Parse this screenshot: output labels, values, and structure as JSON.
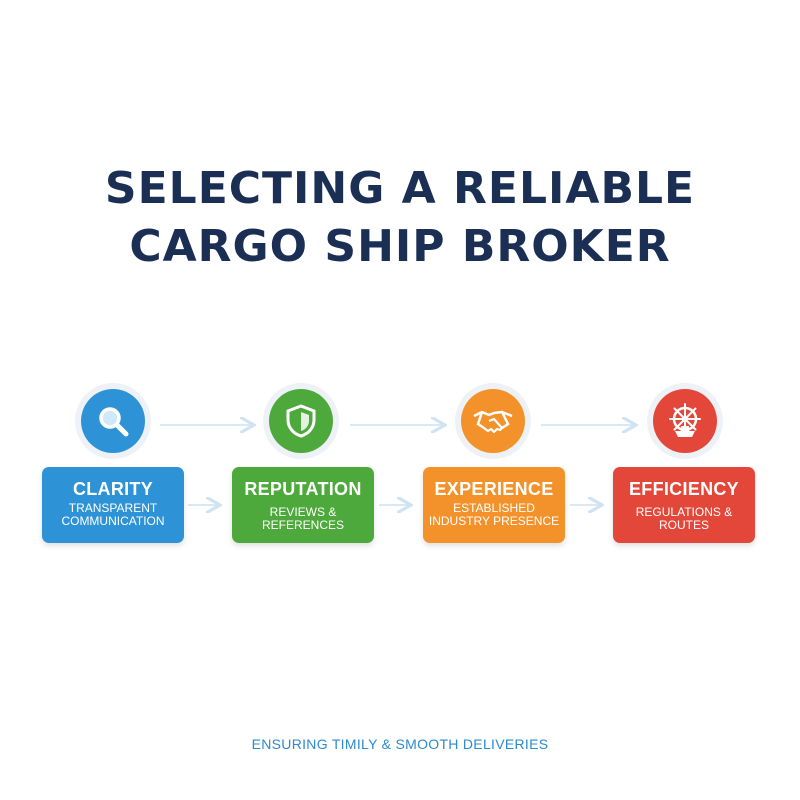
{
  "title": {
    "line1": "SELECTING A RELIABLE",
    "line2": "CARGO SHIP BROKER"
  },
  "steps": [
    {
      "icon": "magnifying-glass-icon",
      "heading": "CLARITY",
      "subtitle": "TRANSPARENT\nCOMMUNICATION",
      "color": "#2d93d6"
    },
    {
      "icon": "shield-icon",
      "heading": "REPUTATION",
      "subtitle": "REVIEWS & REFERENCES",
      "color": "#4ea93c"
    },
    {
      "icon": "handshake-icon",
      "heading": "EXPERIENCE",
      "subtitle": "ESTABLISHED\nINDUSTRY PRESENCE",
      "color": "#f3922a"
    },
    {
      "icon": "ship-wheel-icon",
      "heading": "EFFICIENCY",
      "subtitle": "REGULATIONS & ROUTES",
      "color": "#e3473a"
    }
  ],
  "footer": "ENSURING TIMILY & SMOOTH DELIVERIES",
  "colors": {
    "title": "#1b2f55",
    "footer": "#2d8ad0",
    "arrow": "#cfe3f3"
  }
}
